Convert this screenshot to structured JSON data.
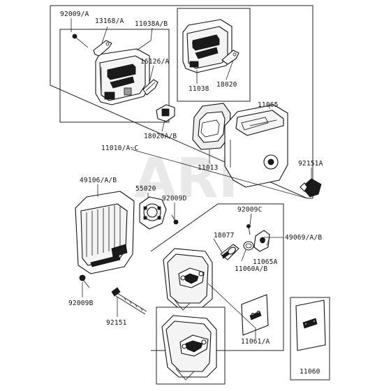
{
  "watermark": "ARI",
  "labels": {
    "p92009a": "92009/A",
    "p13168a": "13168/A",
    "p11038ab": "11038A/B",
    "p16126a": "16126/A",
    "p11038": "11038",
    "p18020": "18020",
    "p11065": "11065",
    "p18020ab": "18020A/B",
    "p11010": "11010/A~C",
    "p11013": "11013",
    "p92151a": "92151A",
    "p49106ab": "49106/A/B",
    "p55020": "55020",
    "p92009d": "92009D",
    "p92009c": "92009C",
    "p18077": "18077",
    "p49069ab": "49069/A/B",
    "p11065a": "11065A",
    "p11060ab": "11060A/B",
    "p92009b": "92009B",
    "p92151": "92151",
    "p11061a": "11061/A",
    "p11060": "11060"
  }
}
